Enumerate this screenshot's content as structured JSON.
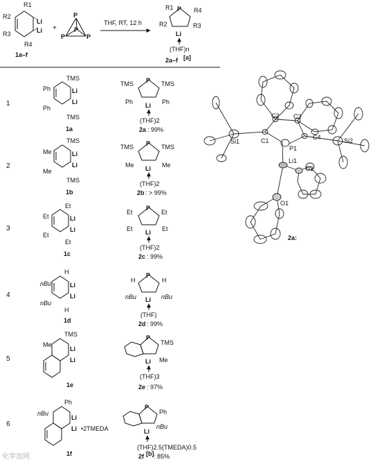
{
  "header": {
    "reactant_1": {
      "substituents": [
        "R1",
        "R2",
        "R3",
        "R4"
      ],
      "metal": "Li",
      "label": "1a–f"
    },
    "reagent_p": "P",
    "plus": "+",
    "conditions": "THF, RT, 12 h",
    "product": {
      "p": "P",
      "li": "Li",
      "solvent": "(THF)n",
      "label": "2a–f",
      "label_note": "[a]"
    }
  },
  "rows": [
    {
      "entry": "1",
      "reactant_label": "1a",
      "reactant_groups": {
        "top": "TMS",
        "upper_side": "Ph",
        "lower_side": "Ph",
        "bottom": "TMS"
      },
      "product_groups": {
        "left_top": "TMS",
        "right_top": "TMS",
        "left_bottom": "Ph",
        "right_bottom": "Ph"
      },
      "product_solvent": "(THF)2",
      "product_label": "2a",
      "yield": ": 99%"
    },
    {
      "entry": "2",
      "reactant_label": "1b",
      "reactant_groups": {
        "top": "TMS",
        "upper_side": "Me",
        "lower_side": "Me",
        "bottom": "TMS"
      },
      "product_groups": {
        "left_top": "TMS",
        "right_top": "TMS",
        "left_bottom": "Me",
        "right_bottom": "Me"
      },
      "product_solvent": "(THF)2",
      "product_label": "2b",
      "yield": ": > 99%"
    },
    {
      "entry": "3",
      "reactant_label": "1c",
      "reactant_groups": {
        "top": "Et",
        "upper_side": "Et",
        "lower_side": "Et",
        "bottom": "Et"
      },
      "product_groups": {
        "left_top": "Et",
        "right_top": "Et",
        "left_bottom": "Et",
        "right_bottom": "Et"
      },
      "product_solvent": "(THF)2",
      "product_label": "2c",
      "yield": ": 99%"
    },
    {
      "entry": "4",
      "reactant_label": "1d",
      "reactant_groups": {
        "top": "H",
        "upper_side": "nBu",
        "lower_side": "nBu",
        "bottom": "H"
      },
      "product_groups": {
        "left_top": "H",
        "right_top": "H",
        "left_bottom": "nBu",
        "right_bottom": "nBu"
      },
      "product_solvent": "(THF)",
      "product_label": "2d",
      "yield": ": 99%"
    },
    {
      "entry": "5",
      "reactant_label": "1e",
      "reactant_groups": {
        "top": "TMS",
        "upper_side": "Me"
      },
      "product_groups": {
        "right_top": "TMS",
        "right_bottom": "Me"
      },
      "product_solvent": "(THF)3",
      "product_label": "2e",
      "yield": ": 97%"
    },
    {
      "entry": "6",
      "reactant_label": "1f",
      "reactant_groups": {
        "top": "Ph",
        "upper_side": "nBu",
        "additive": "•2TMEDA"
      },
      "product_groups": {
        "right_top": "Ph",
        "right_bottom": "nBu"
      },
      "product_solvent": "(THF)2.5(TMEDA)0.5",
      "product_label": "2f",
      "product_label_note": "[b]",
      "yield": ": 85%"
    }
  ],
  "structure": {
    "label": "2a:",
    "atoms": [
      "Si1",
      "C1",
      "C2",
      "C3",
      "C4",
      "Si2",
      "P1",
      "Li1",
      "O2",
      "O1"
    ]
  },
  "watermark": "化学加网"
}
